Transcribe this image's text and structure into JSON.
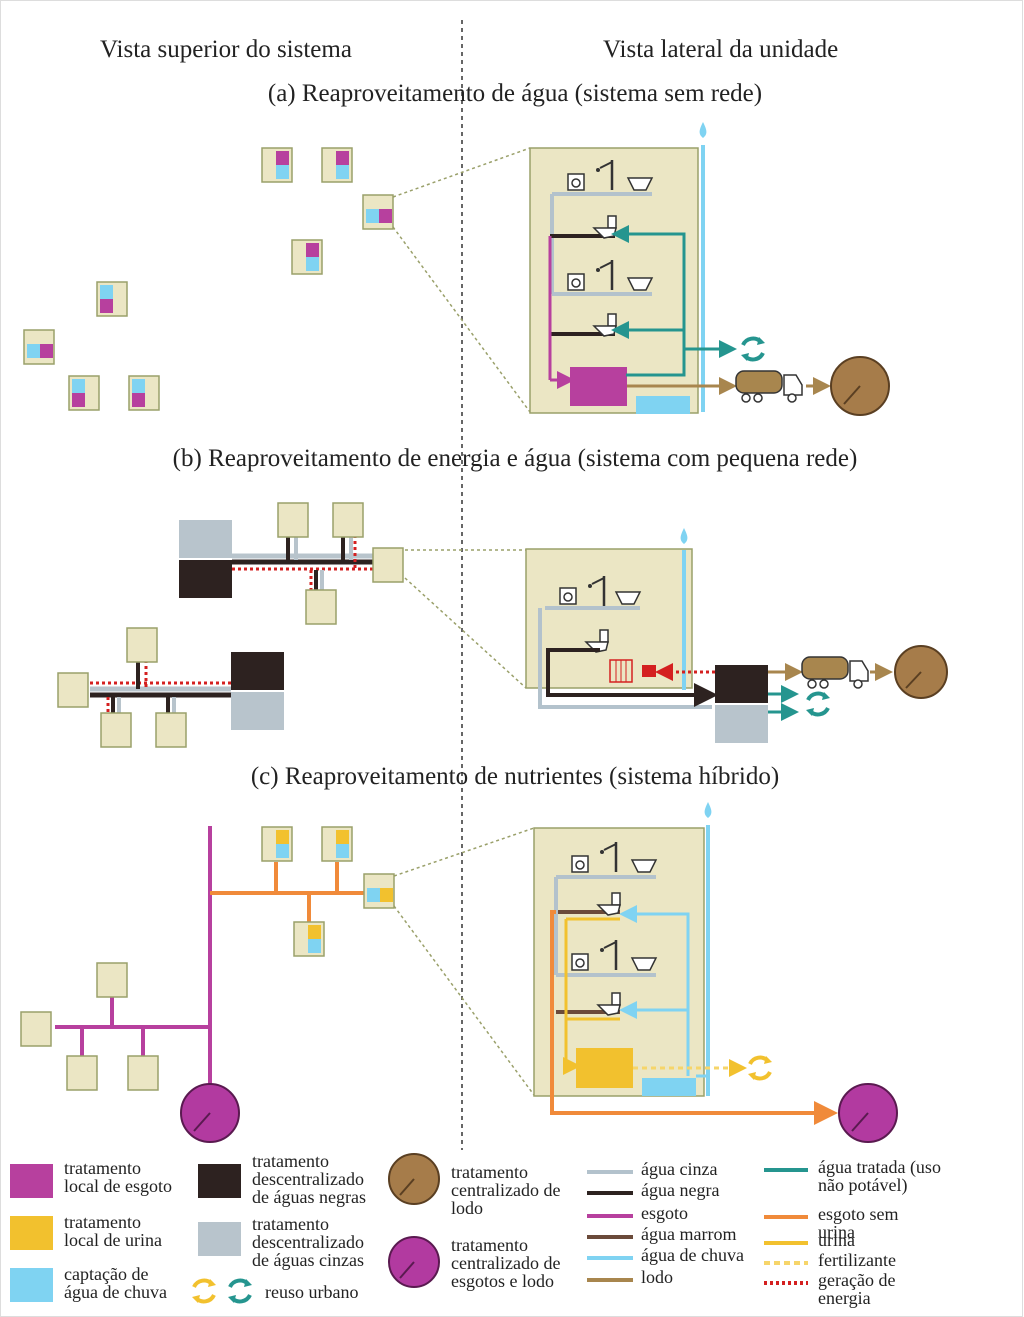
{
  "headers": {
    "top_view": "Vista superior do sistema",
    "side_view": "Vista lateral da unidade"
  },
  "sections": [
    {
      "title": "(a) Reaproveitamento de água (sistema sem rede)"
    },
    {
      "title": "(b) Reaproveitamento de energia e água (sistema com pequena rede)"
    },
    {
      "title": "(c) Reaproveitamento de nutrientes (sistema híbrido)"
    }
  ],
  "legend": {
    "local_sewage": [
      "tratamento",
      "local de esgoto"
    ],
    "local_urine": [
      "tratamento",
      "local de urina"
    ],
    "rainwater": [
      "captação de",
      "água de chuva"
    ],
    "decentral_black": [
      "tratamento",
      "descentralizado",
      "de águas negras"
    ],
    "decentral_grey": [
      "tratamento",
      "descentralizado",
      "de águas cinzas"
    ],
    "urban_reuse": "reuso urbano",
    "central_sludge": [
      "tratamento",
      "centralizado de",
      "lodo"
    ],
    "central_sewage_sludge": [
      "tratamento",
      "centralizado de",
      "esgotos e lodo"
    ],
    "lines": [
      {
        "label": "água cinza",
        "color": "#b3c2cc",
        "style": "solid"
      },
      {
        "label": "água negra",
        "color": "#2d2220",
        "style": "solid"
      },
      {
        "label": "esgoto",
        "color": "#b7409e",
        "style": "solid"
      },
      {
        "label": "água marrom",
        "color": "#6b4a3a",
        "style": "solid"
      },
      {
        "label": "água de chuva",
        "color": "#7fd3f2",
        "style": "solid"
      },
      {
        "label": "lodo",
        "color": "#a8864e",
        "style": "solid"
      }
    ],
    "lines2": [
      {
        "label": [
          "água tratada (uso",
          "não potável)"
        ],
        "color": "#25958f",
        "style": "solid"
      },
      {
        "label": [
          "esgoto sem",
          "urina"
        ],
        "color": "#f08a3a",
        "style": "solid"
      },
      {
        "label": [
          "urina"
        ],
        "color": "#f2c12e",
        "style": "solid"
      },
      {
        "label": [
          "fertilizante"
        ],
        "color": "#f6d56a",
        "style": "dashed"
      },
      {
        "label": [
          "geração de",
          "energia"
        ],
        "color": "#d42020",
        "style": "dotted"
      }
    ]
  },
  "colors": {
    "unit_fill": "#ebe6c4",
    "unit_stroke": "#9aa06a",
    "magenta": "#b7409e",
    "yellow": "#f2c12e",
    "sky": "#7fd3f2",
    "black_block": "#2d2220",
    "grey_block": "#b8c4cc",
    "brown_circle": "#a67c4a",
    "magenta_circle": "#b23aa0",
    "teal": "#25958f",
    "orange": "#f08a3a",
    "red_dots": "#d42020"
  }
}
